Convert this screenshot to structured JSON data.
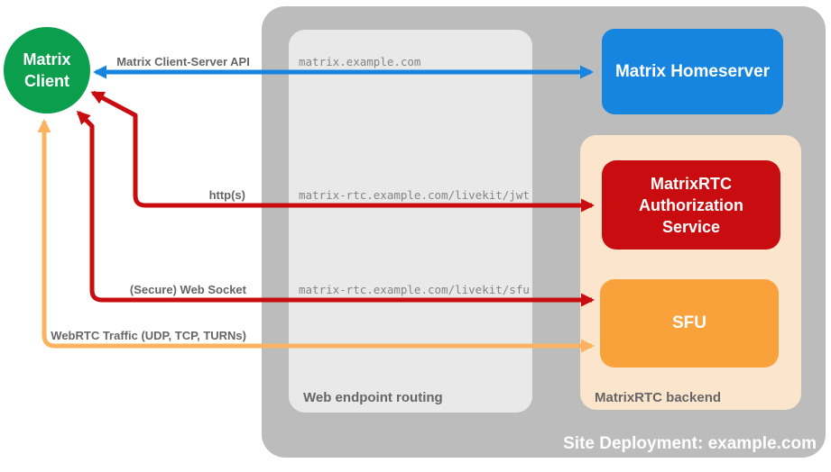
{
  "nodes": {
    "client": {
      "label": "Matrix Client",
      "color": "#0b9e4d"
    },
    "homeserver": {
      "label": "Matrix Homeserver",
      "color": "#1585e0"
    },
    "auth_service": {
      "label": "MatrixRTC Authorization Service",
      "color": "#c90c0f"
    },
    "sfu": {
      "label": "SFU",
      "color": "#f9a13b"
    }
  },
  "containers": {
    "site_deployment": {
      "label": "Site Deployment: example.com",
      "color": "#bcbcbc"
    },
    "web_endpoint_routing": {
      "label": "Web endpoint routing",
      "color": "#e9e9e9"
    },
    "matrixrtc_backend": {
      "label": "MatrixRTC backend",
      "color": "#fce5cd"
    }
  },
  "edges": {
    "client_server_api": {
      "label": "Matrix Client-Server API",
      "endpoint": "matrix.example.com",
      "color": "#1585e0"
    },
    "https": {
      "label": "http(s)",
      "endpoint": "matrix-rtc.example.com/livekit/jwt",
      "color": "#c90c0f"
    },
    "web_socket": {
      "label": "(Secure) Web Socket",
      "endpoint": "matrix-rtc.example.com/livekit/sfu",
      "color": "#c90c0f"
    },
    "webrtc_traffic": {
      "label": "WebRTC Traffic (UDP, TCP, TURNs)",
      "color": "#fbb360"
    }
  },
  "text_colors": {
    "edge_labels": "#666666",
    "endpoints": "#858585",
    "container_labels": "#666666",
    "site_label": "#ffffff"
  }
}
